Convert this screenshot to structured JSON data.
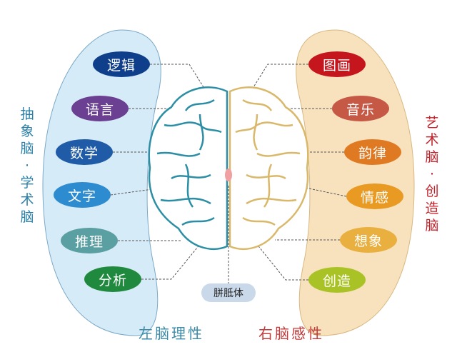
{
  "left": {
    "items": [
      {
        "label": "逻辑",
        "color": "#0f3f8a"
      },
      {
        "label": "语言",
        "color": "#6b3f91"
      },
      {
        "label": "数学",
        "color": "#1f5ba6"
      },
      {
        "label": "文字",
        "color": "#2d8bd0"
      },
      {
        "label": "推理",
        "color": "#5a9fa2"
      },
      {
        "label": "分析",
        "color": "#1f8a3d"
      }
    ],
    "side_label": [
      "抽",
      "象",
      "脑",
      "·",
      "学",
      "术",
      "脑"
    ],
    "caption": "左脑理性"
  },
  "right": {
    "items": [
      {
        "label": "图画",
        "color": "#c5161d"
      },
      {
        "label": "音乐",
        "color": "#c65846"
      },
      {
        "label": "韵律",
        "color": "#e07a22"
      },
      {
        "label": "情感",
        "color": "#e89a22"
      },
      {
        "label": "想象",
        "color": "#e9b040"
      },
      {
        "label": "创造",
        "color": "#a9c225"
      }
    ],
    "side_label": [
      "艺",
      "术",
      "脑",
      "·",
      "创",
      "造",
      "脑"
    ],
    "caption": "右脑感性"
  },
  "center_label": "胼胝体"
}
